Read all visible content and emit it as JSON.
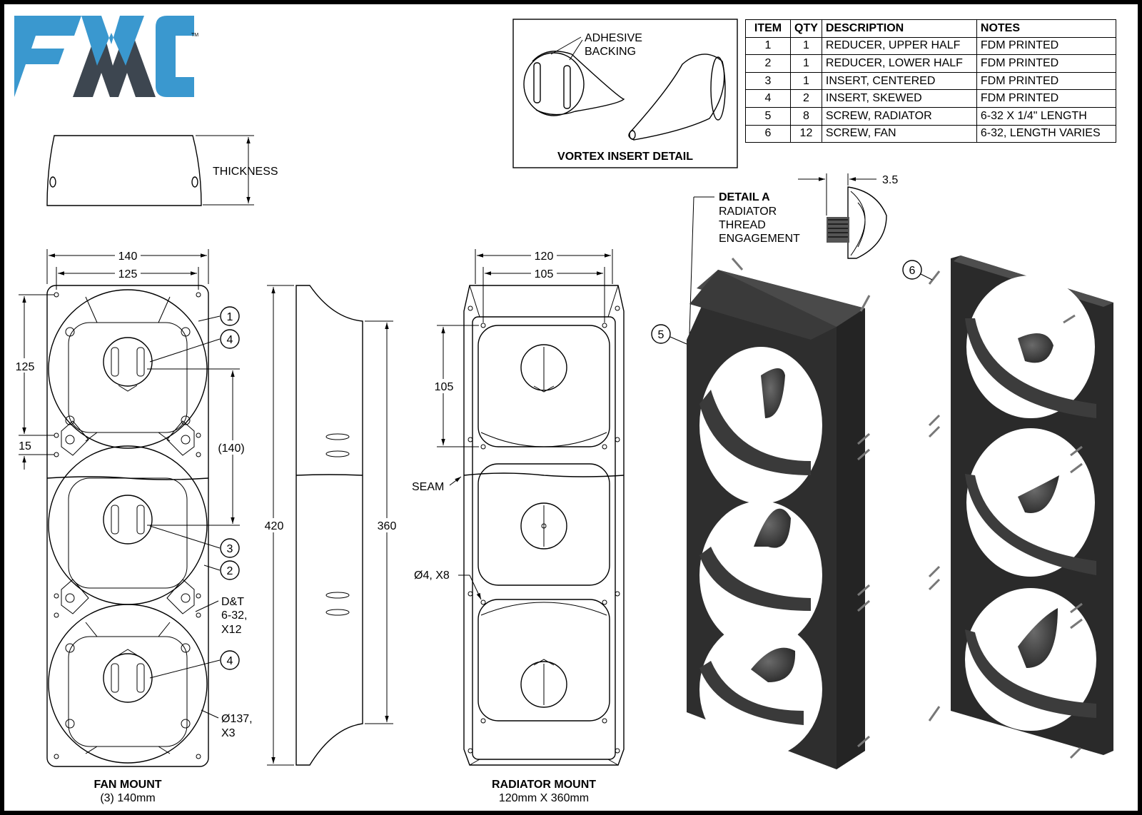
{
  "logo": {
    "text": "FMC",
    "trademark": "TM",
    "colors": {
      "blue": "#3a98cf",
      "gray": "#3d4650"
    }
  },
  "bom": {
    "headers": [
      "ITEM",
      "QTY",
      "DESCRIPTION",
      "NOTES"
    ],
    "rows": [
      [
        "1",
        "1",
        "REDUCER, UPPER HALF",
        "FDM PRINTED"
      ],
      [
        "2",
        "1",
        "REDUCER, LOWER HALF",
        "FDM PRINTED"
      ],
      [
        "3",
        "1",
        "INSERT, CENTERED",
        "FDM PRINTED"
      ],
      [
        "4",
        "2",
        "INSERT, SKEWED",
        "FDM PRINTED"
      ],
      [
        "5",
        "8",
        "SCREW, RADIATOR",
        "6-32 X 1/4\" LENGTH"
      ],
      [
        "6",
        "12",
        "SCREW, FAN",
        "6-32, LENGTH VARIES"
      ]
    ]
  },
  "vortex_detail": {
    "title": "VORTEX INSERT DETAIL",
    "callout_line1": "ADHESIVE",
    "callout_line2": "BACKING"
  },
  "thickness_label": "THICKNESS",
  "fan_mount": {
    "title": "FAN MOUNT",
    "subtitle": "(3) 140mm",
    "dims": {
      "width_outer": "140",
      "width_inner": "125",
      "pitch": "125",
      "gap": "15",
      "span": "(140)",
      "height": "420",
      "side_height": "360"
    },
    "notes": {
      "dt_line1": "D&T",
      "dt_line2": "6-32,",
      "dt_line3": "X12",
      "dia_line1": "Ø137,",
      "dia_line2": "X3"
    },
    "balloons": [
      "1",
      "4",
      "3",
      "2",
      "4"
    ]
  },
  "radiator_mount": {
    "title": "RADIATOR MOUNT",
    "subtitle": "120mm X 360mm",
    "dims": {
      "width_outer": "120",
      "width_inner": "105",
      "pitch": "105"
    },
    "seam_label": "SEAM",
    "hole_note": "Ø4, X8"
  },
  "detail_a": {
    "title": "DETAIL A",
    "line1": "RADIATOR",
    "line2": "THREAD",
    "line3": "ENGAGEMENT",
    "dim": "3.5"
  },
  "iso_balloons": {
    "screw_radiator": "5",
    "screw_fan": "6"
  }
}
